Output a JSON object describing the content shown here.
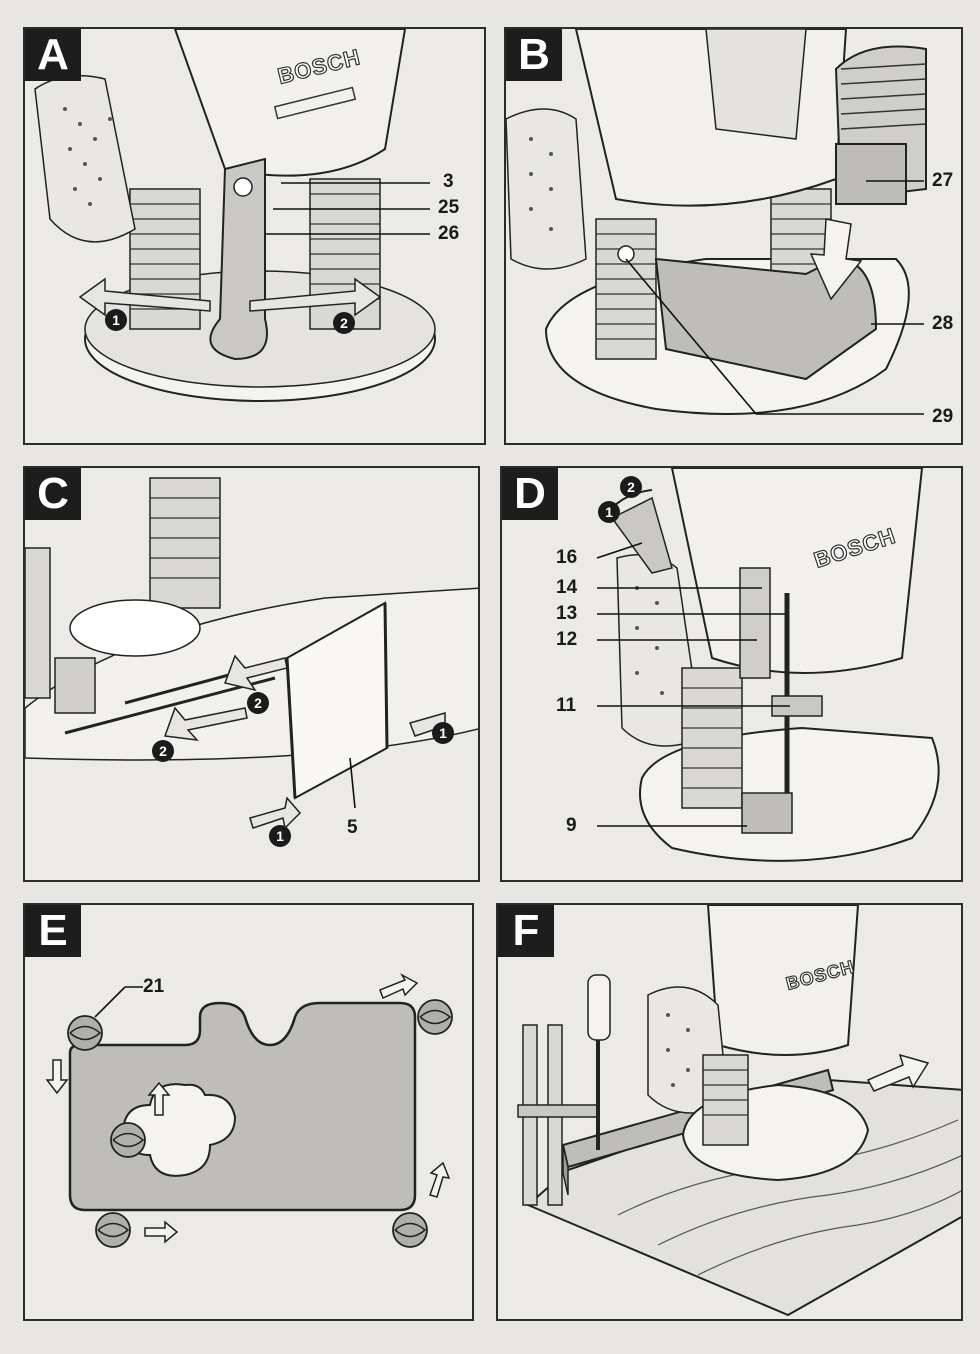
{
  "panels": {
    "A": {
      "tag": "A",
      "callouts": [
        "3",
        "25",
        "26"
      ],
      "steps": [
        "1",
        "2"
      ],
      "brand": "BOSCH"
    },
    "B": {
      "tag": "B",
      "callouts": [
        "27",
        "28",
        "29"
      ]
    },
    "C": {
      "tag": "C",
      "callouts": [
        "5"
      ],
      "steps": [
        "1",
        "1",
        "2",
        "2"
      ]
    },
    "D": {
      "tag": "D",
      "callouts": [
        "16",
        "14",
        "13",
        "12",
        "11",
        "9"
      ],
      "steps": [
        "1",
        "2"
      ],
      "brand": "BOSCH"
    },
    "E": {
      "tag": "E",
      "callouts": [
        "21"
      ]
    },
    "F": {
      "tag": "F",
      "brand": "BOSCH"
    }
  },
  "colors": {
    "line": "#222222",
    "panel_bg": "#ebeae6",
    "shade": "#b9b8b4",
    "light": "#f4f3ef",
    "tag_bg": "#1d1d1d"
  }
}
